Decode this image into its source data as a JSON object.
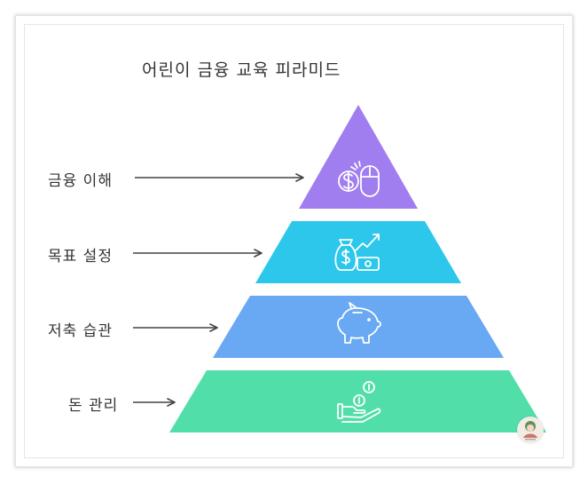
{
  "title": "어린이 금융 교육 피라미드",
  "levels": [
    {
      "label": "금융 이해",
      "color": "#A07EEF",
      "icon": "coin-mouse-icon"
    },
    {
      "label": "목표 설정",
      "color": "#2CC7EA",
      "icon": "money-bag-growth-icon"
    },
    {
      "label": "저축 습관",
      "color": "#69A8F2",
      "icon": "piggy-bank-icon"
    },
    {
      "label": "돈 관리",
      "color": "#52DEA8",
      "icon": "hand-coins-icon"
    }
  ]
}
